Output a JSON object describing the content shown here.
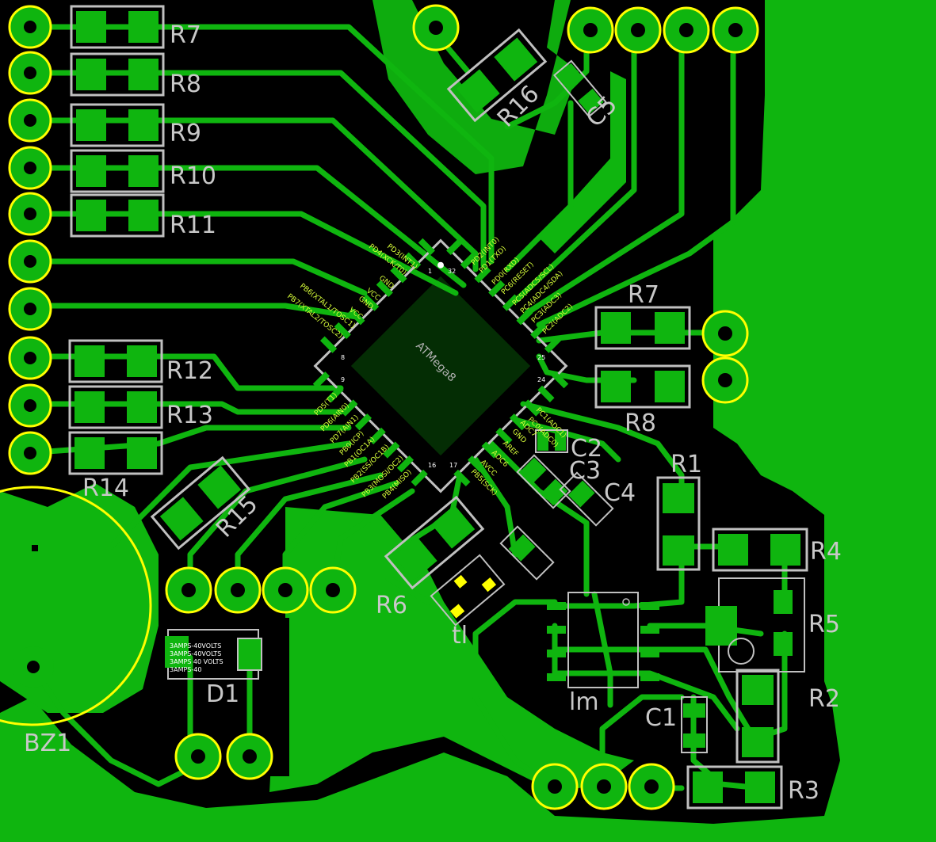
{
  "colors": {
    "copper": "#0fb50f",
    "board": "#000000",
    "silkscreen": "#c0c0c0",
    "via_ring": "#ffff00",
    "pin_labels": "#d8ff3a"
  },
  "labels": {
    "r7_left": "R7",
    "r8_left": "R8",
    "r9": "R9",
    "r10": "R10",
    "r11": "R11",
    "r12": "R12",
    "r13": "R13",
    "r14": "R14",
    "r15": "R15",
    "r16": "R16",
    "c5": "C5",
    "r7_right": "R7",
    "r8_right": "R8",
    "r1": "R1",
    "r4": "R4",
    "r5": "R5",
    "r2": "R2",
    "r3": "R3",
    "c1": "C1",
    "c2": "C2",
    "c3": "C3",
    "c4": "C4",
    "r6": "R6",
    "d1": "D1",
    "bz1": "BZ1",
    "tl": "tl",
    "lm": "lm"
  },
  "ic": {
    "name": "ATMega8",
    "pin1": "1",
    "pin8": "8",
    "pin9": "9",
    "pin16": "16",
    "pin17": "17",
    "pin24": "24",
    "pin25": "25",
    "pin32": "32",
    "pins_top": [
      "PD3(INT1)",
      "PD4(XCK/T0)",
      "GND",
      "VCC",
      "GND",
      "VCC",
      "PB6(XTAL1/TOSC1)",
      "PB7(XTAL2/TOSC2)"
    ],
    "pins_right": [
      "PD2(INT0)",
      "PD1(TXD)",
      "PD0(RXD)",
      "PC6(RESET)",
      "PC5(ADC5/SCL)",
      "PC4(ADC4/SDA)",
      "PC3(ADC3)",
      "PC2(ADC2)"
    ],
    "pins_bottom_left": [
      "PD5(T1)",
      "PD6(AIN0)",
      "PD7(AIN1)",
      "PB0(ICP)",
      "PB1(OC1A)",
      "PB2(SS/OC1B)",
      "PB3(MOSI/OC2)",
      "PB4(MISO)"
    ],
    "pins_bottom_right": [
      "PC1(ADC1)",
      "PC0(ADC0)",
      "ADC7",
      "GND",
      "AREF",
      "ADC6",
      "AVCC",
      "PB5(SCK)"
    ]
  },
  "d1_silk_lines": [
    "3AMPS-40VOLTS",
    "3AMPS-40VOLTS",
    "3AMPS 40 VOLTS",
    "3AMPS-40"
  ]
}
